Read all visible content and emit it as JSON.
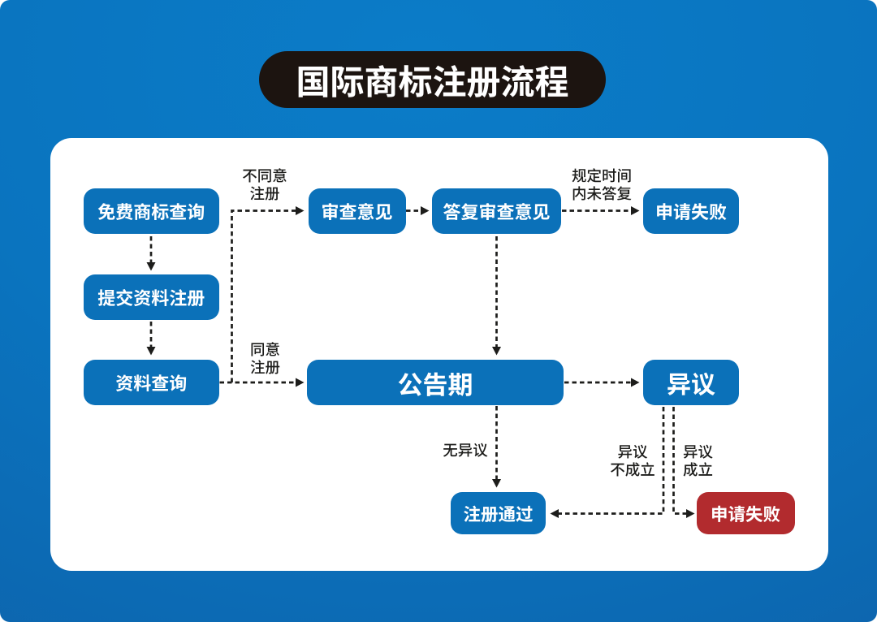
{
  "title": "国际商标注册流程",
  "colors": {
    "background_blue_top": "#0b7cc8",
    "background_blue_bottom": "#115da1",
    "panel_white": "#ffffff",
    "title_pill_black": "#1c1410",
    "node_blue": "#0b71b9",
    "node_red": "#b22b2e",
    "arrow_black": "#1d1d1b",
    "text_white": "#ffffff"
  },
  "flowchart": {
    "nodes": [
      {
        "id": "free-trademark-search",
        "label": "免费商标查询",
        "color": "blue"
      },
      {
        "id": "submit-registration",
        "label": "提交资料注册",
        "color": "blue"
      },
      {
        "id": "material-search",
        "label": "资料查询",
        "color": "blue"
      },
      {
        "id": "examination-opinion",
        "label": "审查意见",
        "color": "blue"
      },
      {
        "id": "reply-examination-opinion",
        "label": "答复审查意见",
        "color": "blue"
      },
      {
        "id": "application-failed-top",
        "label": "申请失败",
        "color": "blue"
      },
      {
        "id": "announcement-period",
        "label": "公告期",
        "color": "blue"
      },
      {
        "id": "objection",
        "label": "异议",
        "color": "blue"
      },
      {
        "id": "registration-passed",
        "label": "注册通过",
        "color": "blue"
      },
      {
        "id": "application-failed-bottom",
        "label": "申请失败",
        "color": "red"
      }
    ],
    "edge_labels": [
      {
        "id": "disagree-registration",
        "lines": [
          "不同意",
          "注册"
        ]
      },
      {
        "id": "agree-registration",
        "lines": [
          "同意",
          "注册"
        ]
      },
      {
        "id": "no-reply-in-time",
        "lines": [
          "规定时间",
          "内未答复"
        ]
      },
      {
        "id": "no-objection",
        "lines": [
          "无异议"
        ]
      },
      {
        "id": "objection-not-established",
        "lines": [
          "异议",
          "不成立"
        ]
      },
      {
        "id": "objection-established",
        "lines": [
          "异议",
          "成立"
        ]
      }
    ],
    "edges": [
      {
        "from": "free-trademark-search",
        "to": "submit-registration"
      },
      {
        "from": "submit-registration",
        "to": "material-search"
      },
      {
        "from": "material-search",
        "to": "examination-opinion",
        "label": "不同意注册"
      },
      {
        "from": "material-search",
        "to": "announcement-period",
        "label": "同意注册"
      },
      {
        "from": "examination-opinion",
        "to": "reply-examination-opinion"
      },
      {
        "from": "reply-examination-opinion",
        "to": "application-failed-top",
        "label": "规定时间内未答复"
      },
      {
        "from": "reply-examination-opinion",
        "to": "announcement-period"
      },
      {
        "from": "announcement-period",
        "to": "objection"
      },
      {
        "from": "announcement-period",
        "to": "registration-passed",
        "label": "无异议"
      },
      {
        "from": "objection",
        "to": "registration-passed",
        "label": "异议不成立"
      },
      {
        "from": "objection",
        "to": "application-failed-bottom",
        "label": "异议成立"
      }
    ]
  }
}
